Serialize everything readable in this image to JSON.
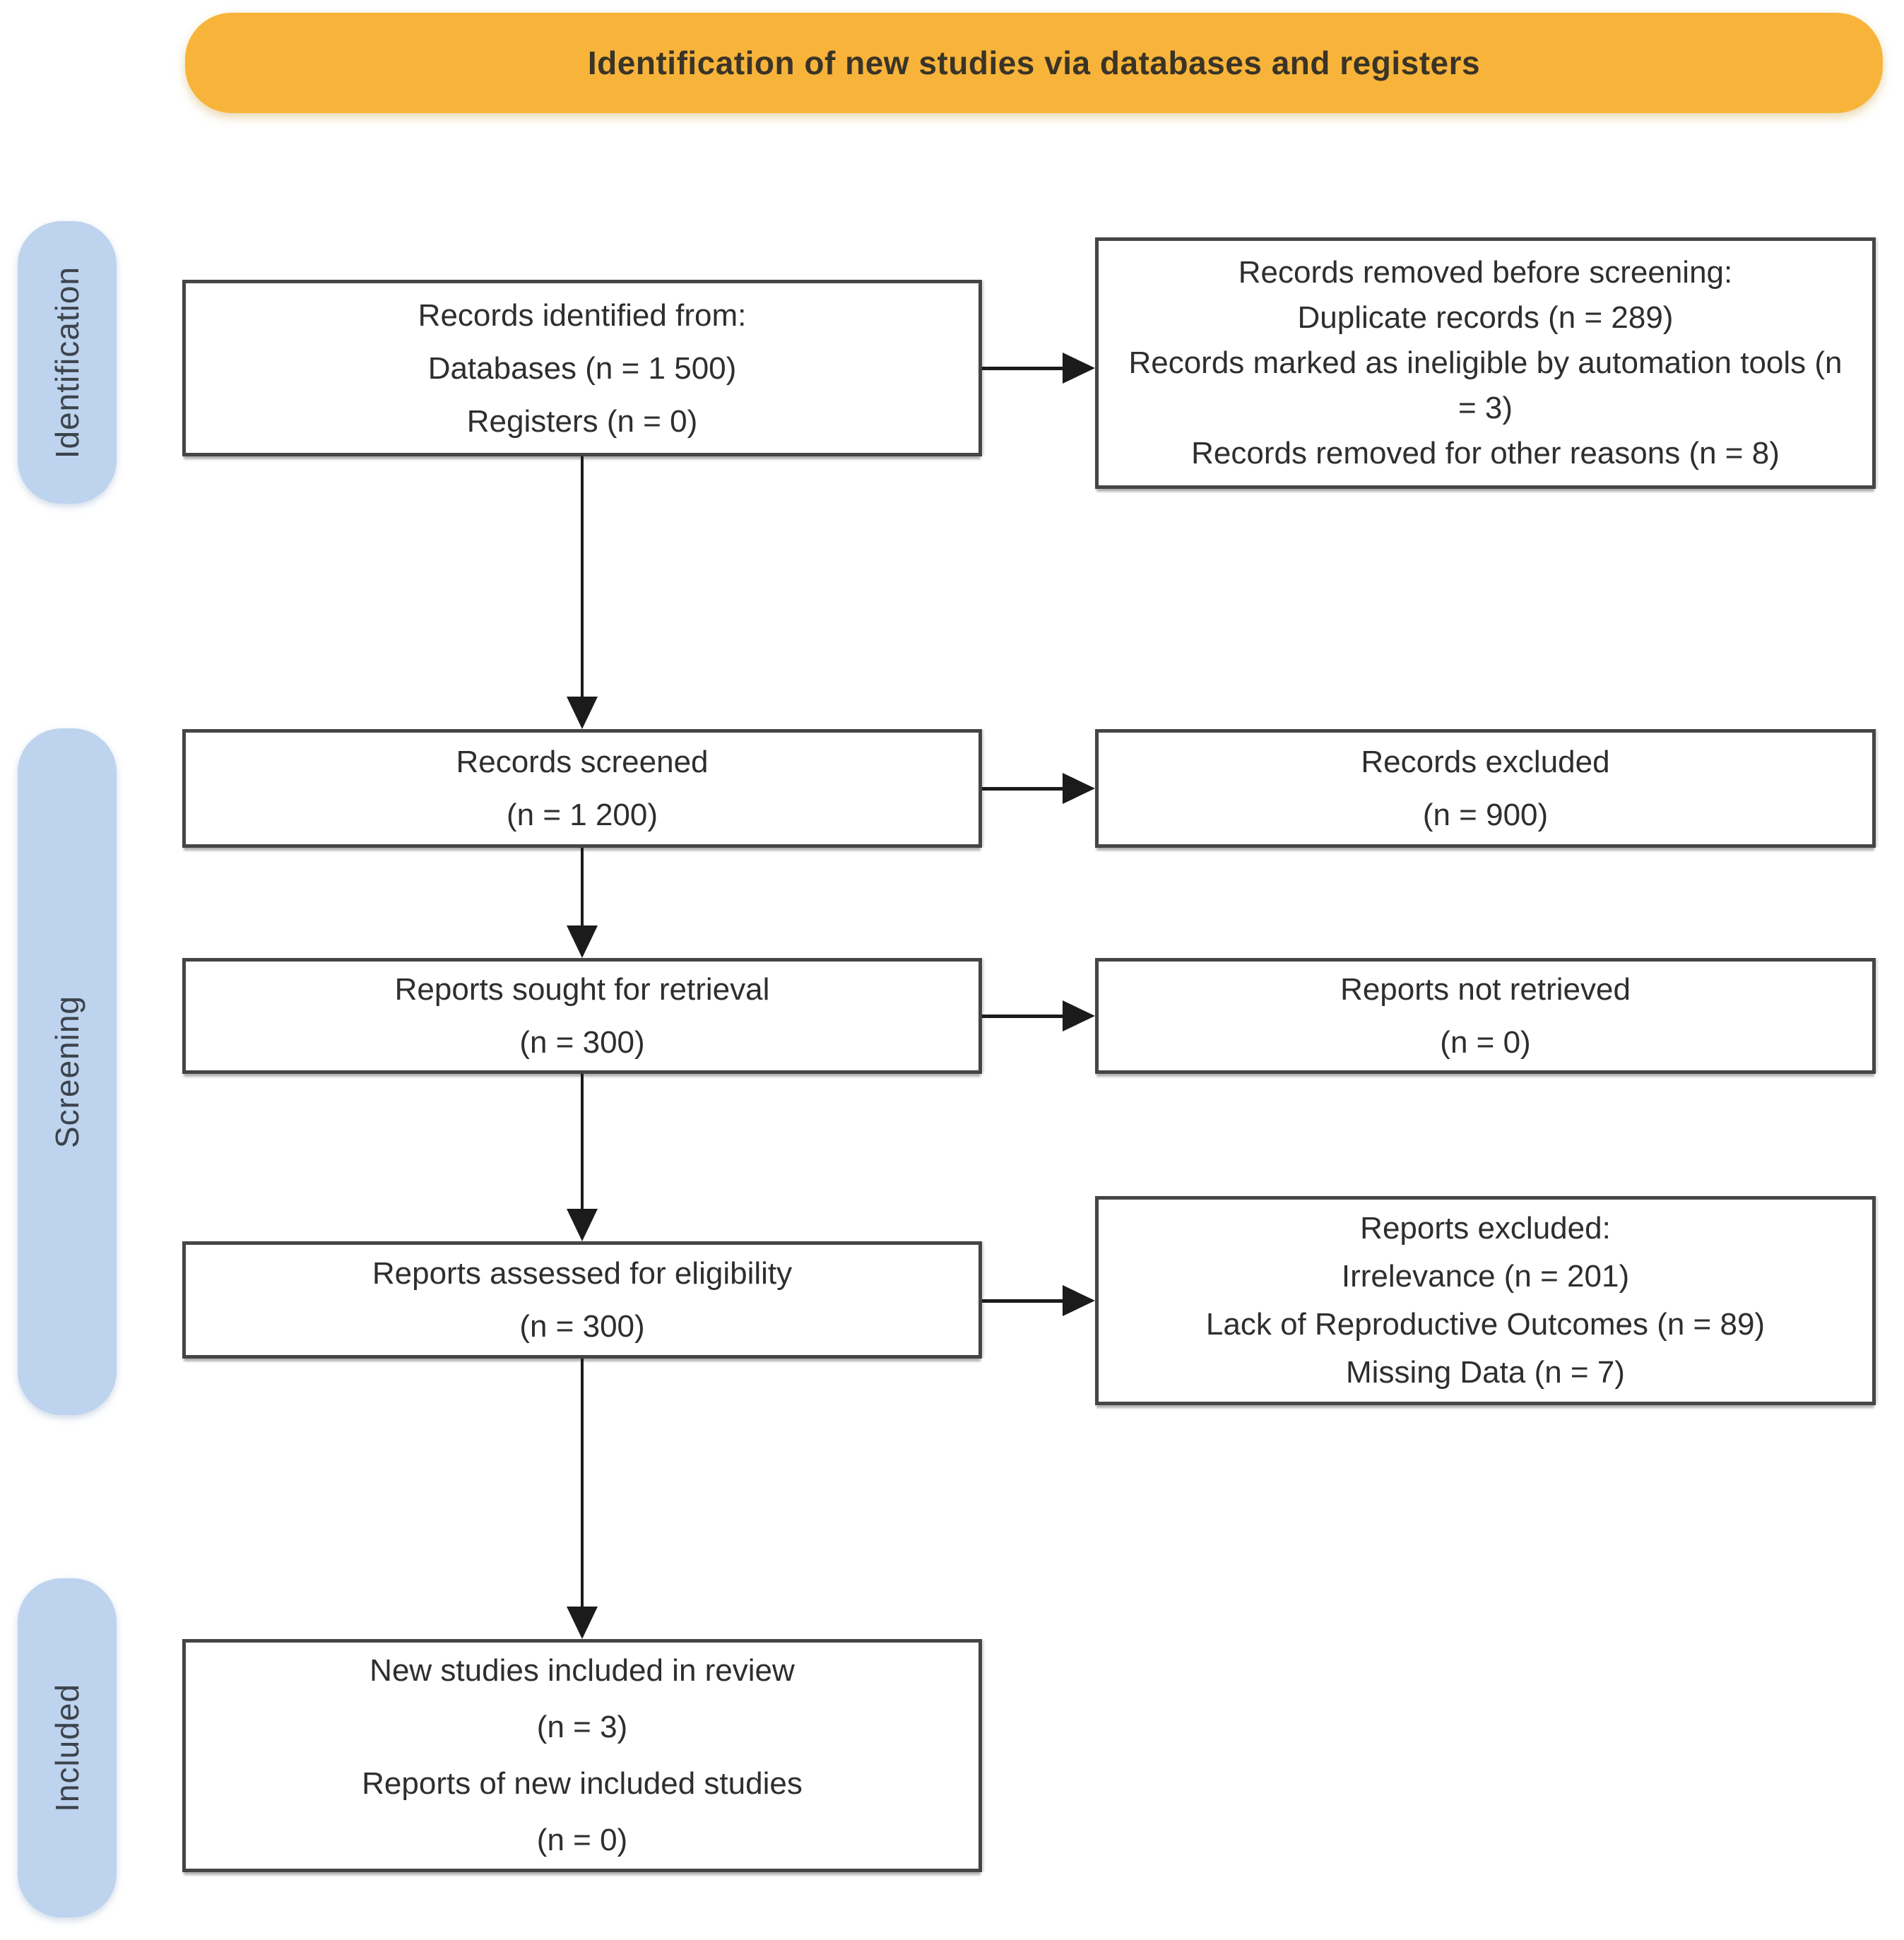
{
  "banner": {
    "label": "Identification of new studies via databases and registers"
  },
  "sidebar": {
    "identification": "Identification",
    "screening": "Screening",
    "included": "Included"
  },
  "boxes": {
    "records_identified": {
      "lines": [
        "Records identified from:",
        "Databases (n = 1 500)",
        "Registers (n = 0)"
      ]
    },
    "records_removed": {
      "lines": [
        "Records removed before screening:",
        "Duplicate records (n = 289)",
        "Records marked as ineligible by automation tools (n = 3)",
        "Records removed for other reasons (n = 8)"
      ]
    },
    "records_screened": {
      "lines": [
        "Records screened",
        "(n = 1 200)"
      ]
    },
    "records_excluded": {
      "lines": [
        "Records excluded",
        "(n = 900)"
      ]
    },
    "reports_sought": {
      "lines": [
        "Reports sought for retrieval",
        "(n = 300)"
      ]
    },
    "reports_not_retrieved": {
      "lines": [
        "Reports not retrieved",
        "(n = 0)"
      ]
    },
    "reports_assessed": {
      "lines": [
        "Reports assessed for eligibility",
        "(n = 300)"
      ]
    },
    "reports_excluded": {
      "lines": [
        "Reports excluded:",
        "Irrelevance (n = 201)",
        "Lack of Reproductive Outcomes (n = 89)",
        "Missing Data (n = 7)"
      ]
    },
    "new_studies": {
      "lines": [
        "New studies included in review",
        "(n = 3)",
        "Reports of new included studies",
        "(n = 0)"
      ]
    }
  },
  "colors": {
    "banner_bg": "#F8B43A",
    "stage_bg": "#BDD3EE",
    "box_border": "#454545",
    "arrow": "#1B1B1B"
  }
}
